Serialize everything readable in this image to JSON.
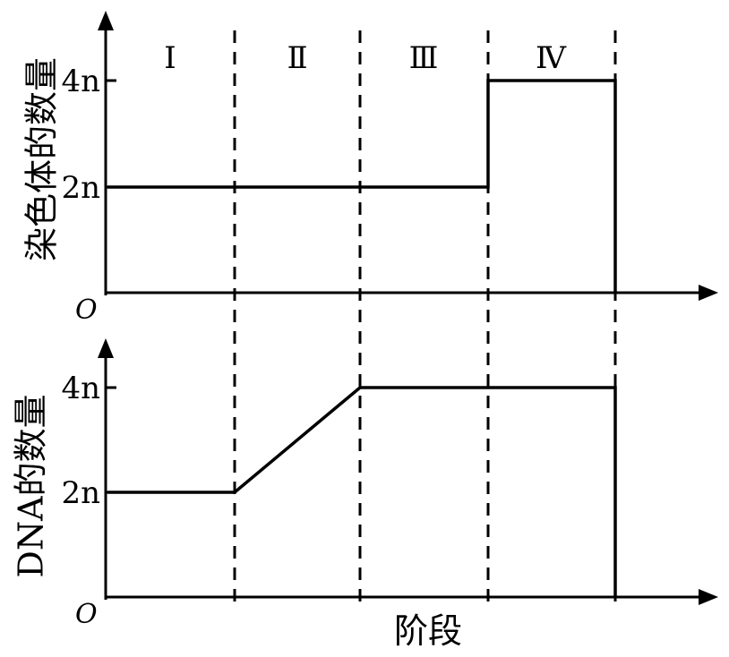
{
  "chart_data": [
    {
      "type": "line",
      "ylabel": "染色体的数量",
      "yticks": [
        "2n",
        "4n"
      ],
      "origin_label": "O",
      "stages": [
        "Ⅰ",
        "Ⅱ",
        "Ⅲ",
        "Ⅳ"
      ],
      "series": [
        {
          "x": [
            0,
            3,
            3,
            4,
            4
          ],
          "y": [
            2,
            2,
            4,
            4,
            0
          ]
        }
      ]
    },
    {
      "type": "line",
      "ylabel": "DNA的数量",
      "yticks": [
        "2n",
        "4n"
      ],
      "origin_label": "O",
      "xlabel": "阶段",
      "series": [
        {
          "x": [
            0,
            1,
            2,
            4,
            4
          ],
          "y": [
            2,
            2,
            4,
            4,
            0
          ]
        }
      ]
    }
  ]
}
